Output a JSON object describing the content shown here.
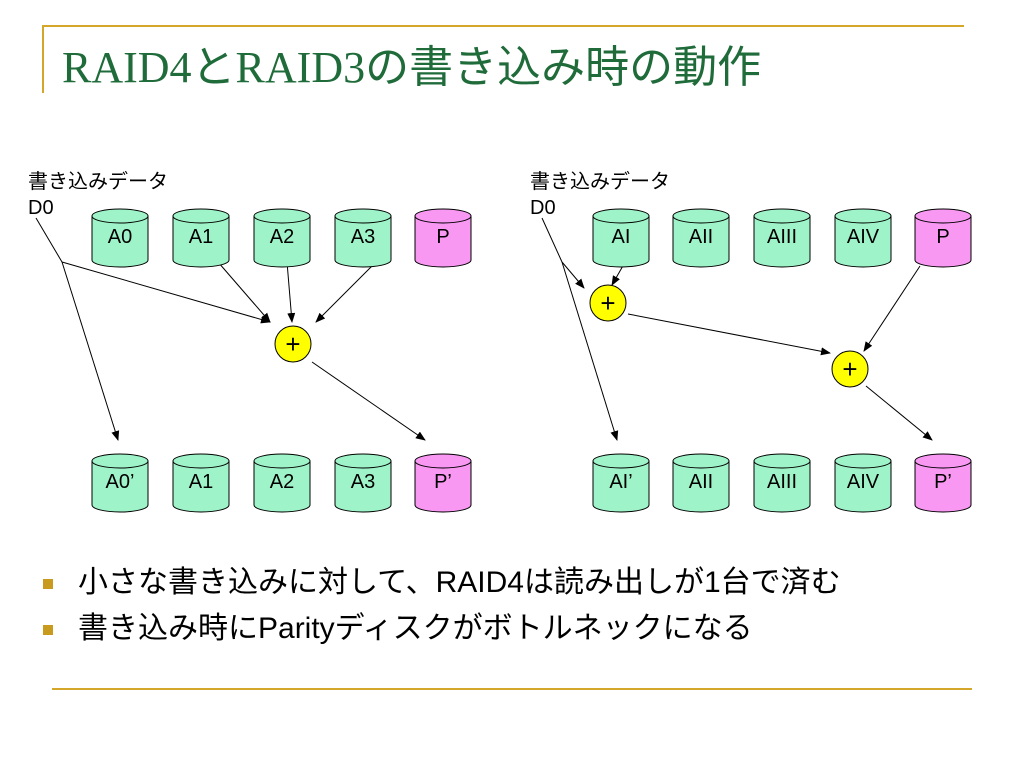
{
  "title": "RAID4とRAID3の書き込み時の動作",
  "left": {
    "write_label": "書き込みデータ",
    "data_label": "D0",
    "top_disks": [
      "A0",
      "A1",
      "A2",
      "A3",
      "P"
    ],
    "bottom_disks": [
      "A0’",
      "A1",
      "A2",
      "A3",
      "P’"
    ],
    "xor_symbol": "+"
  },
  "right": {
    "write_label": "書き込みデータ",
    "data_label": "D0",
    "top_disks": [
      "AI",
      "AII",
      "AIII",
      "AIV",
      "P"
    ],
    "bottom_disks": [
      "AI’",
      "AII",
      "AIII",
      "AIV",
      "P’"
    ],
    "xor_symbol": "+"
  },
  "bullets": [
    "小さな書き込みに対して、RAID4は読み出しが1台で済む",
    "書き込み時にParityディスクがボトルネックになる"
  ],
  "colors": {
    "data_disk": "#9ef3c8",
    "parity_disk": "#f898f2",
    "xor_node": "#ffff00",
    "title_text": "#1f6b3a",
    "accent_rule": "#d4a62a"
  }
}
